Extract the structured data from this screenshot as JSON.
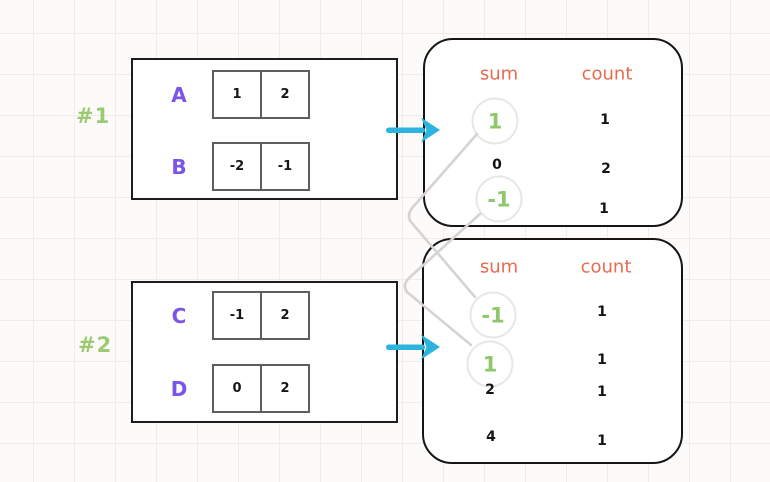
{
  "diagram": {
    "groups": [
      {
        "label": "#1",
        "arrays": [
          {
            "name": "A",
            "cells": [
              "1",
              "2"
            ]
          },
          {
            "name": "B",
            "cells": [
              "-2",
              "-1"
            ]
          }
        ]
      },
      {
        "label": "#2",
        "arrays": [
          {
            "name": "C",
            "cells": [
              "-1",
              "2"
            ]
          },
          {
            "name": "D",
            "cells": [
              "0",
              "2"
            ]
          }
        ]
      }
    ],
    "tables": [
      {
        "sum_header": "sum",
        "count_header": "count",
        "rows": [
          {
            "sum": "1",
            "count": "1",
            "highlighted": true
          },
          {
            "sum": "0",
            "count": "2",
            "highlighted": false
          },
          {
            "sum": "-1",
            "count": "1",
            "highlighted": true
          }
        ]
      },
      {
        "sum_header": "sum",
        "count_header": "count",
        "rows": [
          {
            "sum": "-1",
            "count": "1",
            "highlighted": true
          },
          {
            "sum": "1",
            "count": "1",
            "highlighted": true
          },
          {
            "sum": "2",
            "count": "1",
            "highlighted": false
          },
          {
            "sum": "4",
            "count": "1",
            "highlighted": false
          }
        ]
      }
    ],
    "colors": {
      "group_label_green": "#9cca72",
      "array_name_purple": "#7a55e8",
      "header_orange": "#e86b4e",
      "highlight_green": "#8fc76b",
      "arrow_cyan": "#2eb3de",
      "connector_gray": "#d6d3d2",
      "border_dark": "#1d1d1d"
    }
  }
}
